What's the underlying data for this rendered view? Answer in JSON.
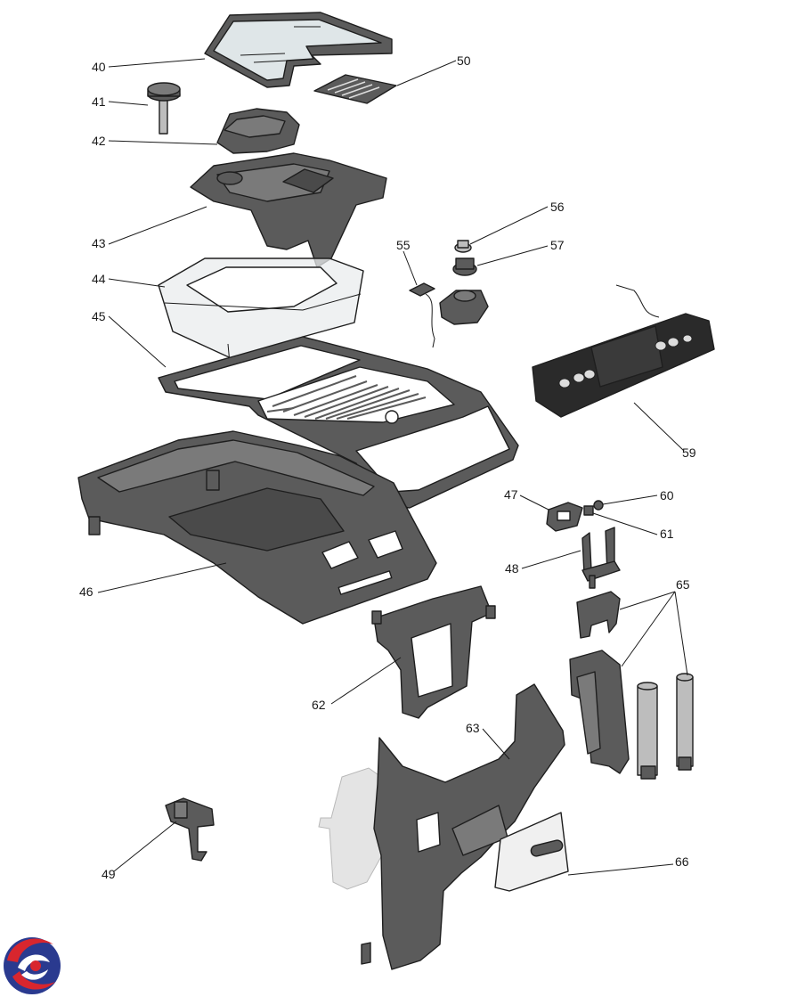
{
  "callouts": {
    "c40": "40",
    "c41": "41",
    "c42": "42",
    "c43": "43",
    "c44": "44",
    "c45": "45",
    "c46": "46",
    "c47": "47",
    "c48": "48",
    "c49": "49",
    "c50": "50",
    "c55": "55",
    "c56": "56",
    "c57": "57",
    "c59": "59",
    "c60": "60",
    "c61": "61",
    "c62": "62",
    "c63": "63",
    "c65": "65",
    "c66": "66"
  },
  "colors": {
    "part_dark": "#5b5b5b",
    "part_mid": "#7a7a7a",
    "outline": "#1e1e1e",
    "logo_red": "#d8262e",
    "logo_blue": "#2a3a8f"
  },
  "icons": {
    "logo": "brand-swirl-logo"
  }
}
